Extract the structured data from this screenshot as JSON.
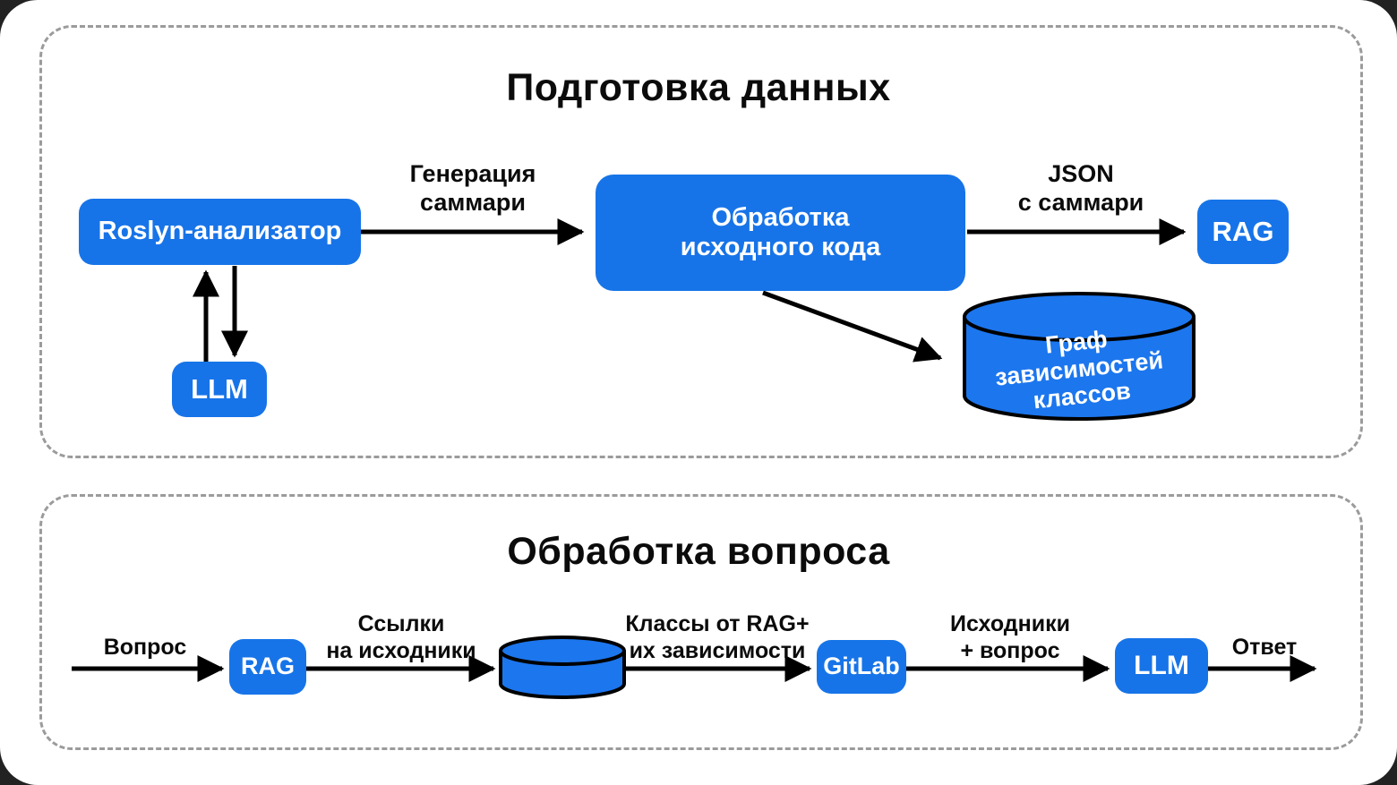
{
  "colors": {
    "accent": "#1774E8",
    "cylinder_fill": "#1C76EE",
    "arrow": "#000000",
    "panel_border": "#9b9b9b",
    "text": "#0b0b0b"
  },
  "prep": {
    "title": "Подготовка данных",
    "nodes": {
      "roslyn": {
        "label": "Roslyn-анализатор"
      },
      "source_processor": {
        "label": "Обработка\nисходного кода"
      },
      "rag": {
        "label": "RAG"
      },
      "llm": {
        "label": "LLM"
      },
      "class_graph_db": {
        "label": "Граф\nзависимостей\nклассов"
      }
    },
    "edges": {
      "summary_generation": {
        "label": "Генерация\nсаммари"
      },
      "json_summary": {
        "label": "JSON\nс саммари"
      }
    }
  },
  "qa": {
    "title": "Обработка вопроса",
    "nodes": {
      "rag": {
        "label": "RAG"
      },
      "gitlab": {
        "label": "GitLab"
      },
      "llm": {
        "label": "LLM"
      }
    },
    "edges": {
      "question": {
        "label": "Вопрос"
      },
      "source_links": {
        "label": "Ссылки\nна исходники"
      },
      "classes_from_rag": {
        "label": "Классы от RAG+\nих зависимости"
      },
      "sources_plus_question": {
        "label": "Исходники\n+ вопрос"
      },
      "answer": {
        "label": "Ответ"
      }
    }
  }
}
